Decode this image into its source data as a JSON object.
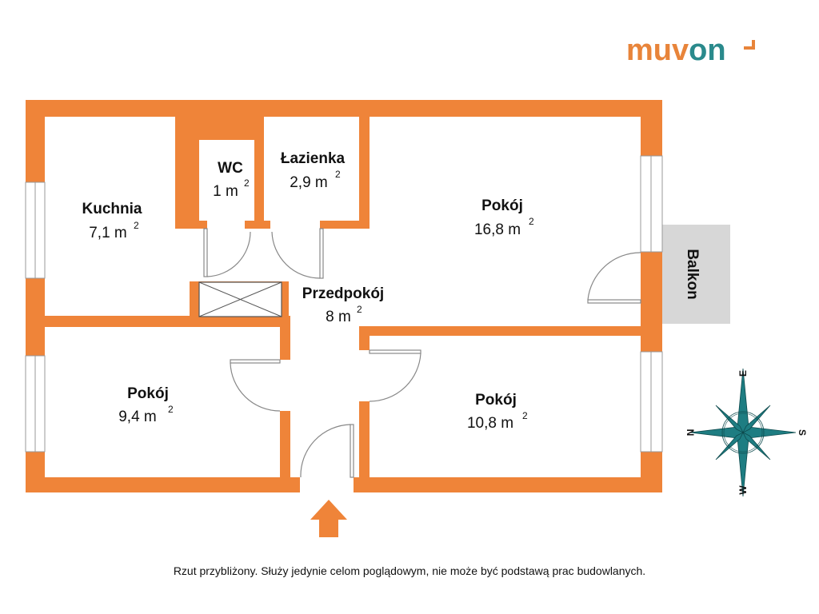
{
  "logo": {
    "part1": "muv",
    "part2": "on",
    "color1": "#e8843a",
    "color2": "#2a8a8c"
  },
  "colors": {
    "wall": "#ef8439",
    "balcony": "#d7d7d7",
    "door": "#888888",
    "compass": "#1e7d82"
  },
  "rooms": [
    {
      "id": "kuchnia",
      "name": "Kuchnia",
      "area": "7,1 m",
      "unit_sup": "2"
    },
    {
      "id": "wc",
      "name": "WC",
      "area": "1 m",
      "unit_sup": "2"
    },
    {
      "id": "lazienka",
      "name": "Łazienka",
      "area": "2,9 m",
      "unit_sup": "2"
    },
    {
      "id": "pokoj-large",
      "name": "Pokój",
      "area": "16,8 m",
      "unit_sup": "2"
    },
    {
      "id": "przedpokoj",
      "name": "Przedpokój",
      "area": "8 m",
      "unit_sup": "2"
    },
    {
      "id": "pokoj-left",
      "name": "Pokój",
      "area": "9,4 m",
      "unit_sup": "2"
    },
    {
      "id": "pokoj-right",
      "name": "Pokój",
      "area": "10,8 m",
      "unit_sup": "2"
    }
  ],
  "balcony": {
    "label": "Balkon"
  },
  "compass": {
    "n": "N",
    "e": "E",
    "s": "S",
    "w": "W"
  },
  "disclaimer": "Rzut przybliżony. Służy jedynie celom poglądowym, nie może być podstawą prac budowlanych."
}
